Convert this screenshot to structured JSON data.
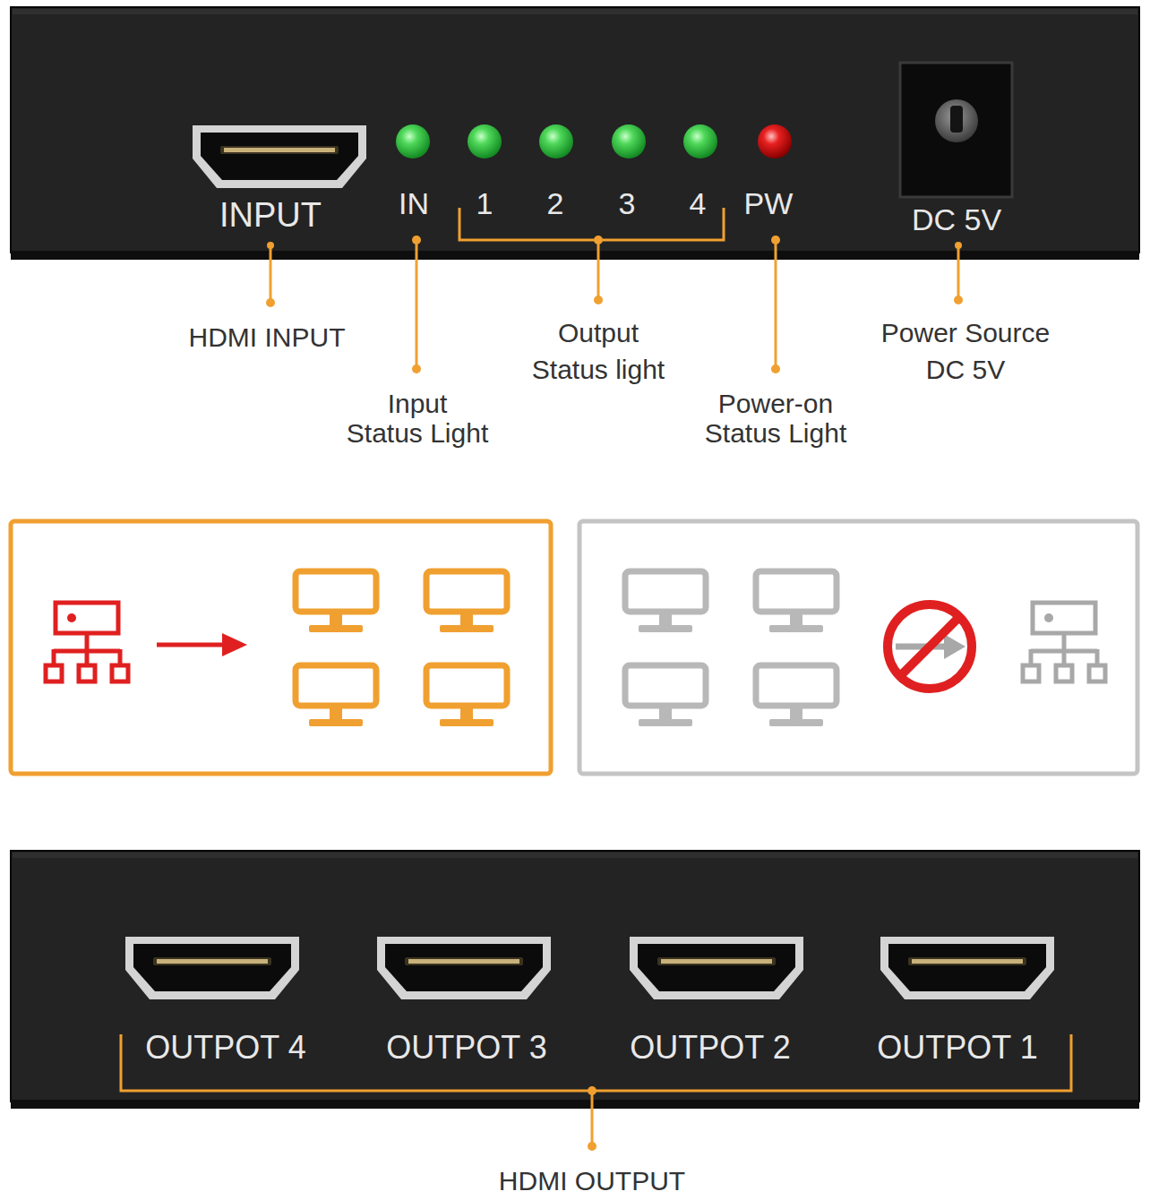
{
  "diagram": {
    "labels": [
      "INPUT",
      "IN",
      "1",
      "2",
      "3",
      "4",
      "PW",
      "DC 5V",
      "HDMI INPUT",
      "Output Status light",
      "Power Source DC 5V",
      "Input Status Light",
      "Power-on Status Light",
      "OUTPOT 4",
      "OUTPOT 3",
      "OUTPOT 2",
      "OUTPOT 1",
      "HDMI OUTPUT"
    ]
  }
}
